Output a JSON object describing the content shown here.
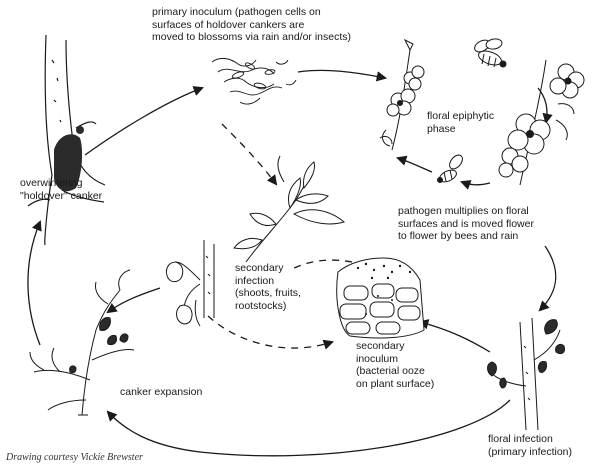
{
  "labels": {
    "primary_inoculum": "primary inoculum (pathogen cells on\nsurfaces of holdover cankers are\nmoved to blossoms via rain and/or insects)",
    "floral_epiphytic": "floral epiphytic\nphase",
    "overwintering": "overwintering\n\"holdover\" canker",
    "pathogen_multiplies": "pathogen multiplies on floral\nsurfaces and is moved flower\nto flower by bees and rain",
    "secondary_infection": "secondary\ninfection\n(shoots, fruits,\nrootstocks)",
    "secondary_inoculum": "secondary\ninoculum\n(bacterial ooze\non plant surface)",
    "canker_expansion": "canker expansion",
    "floral_infection": "floral infection\n(primary infection)",
    "credit": "Drawing courtesy Vickie Brewster"
  },
  "colors": {
    "ink": "#1a1a1a",
    "canker": "#2b2b2b"
  },
  "icons": [
    "tree-trunk-canker-icon",
    "bacteria-cells-icon",
    "flower-cluster-icon",
    "bee-icon",
    "shoot-leaves-icon",
    "wilted-fruit-icon",
    "bacterial-ooze-cells-icon",
    "blighted-shoot-icon",
    "infected-flower-icon"
  ]
}
